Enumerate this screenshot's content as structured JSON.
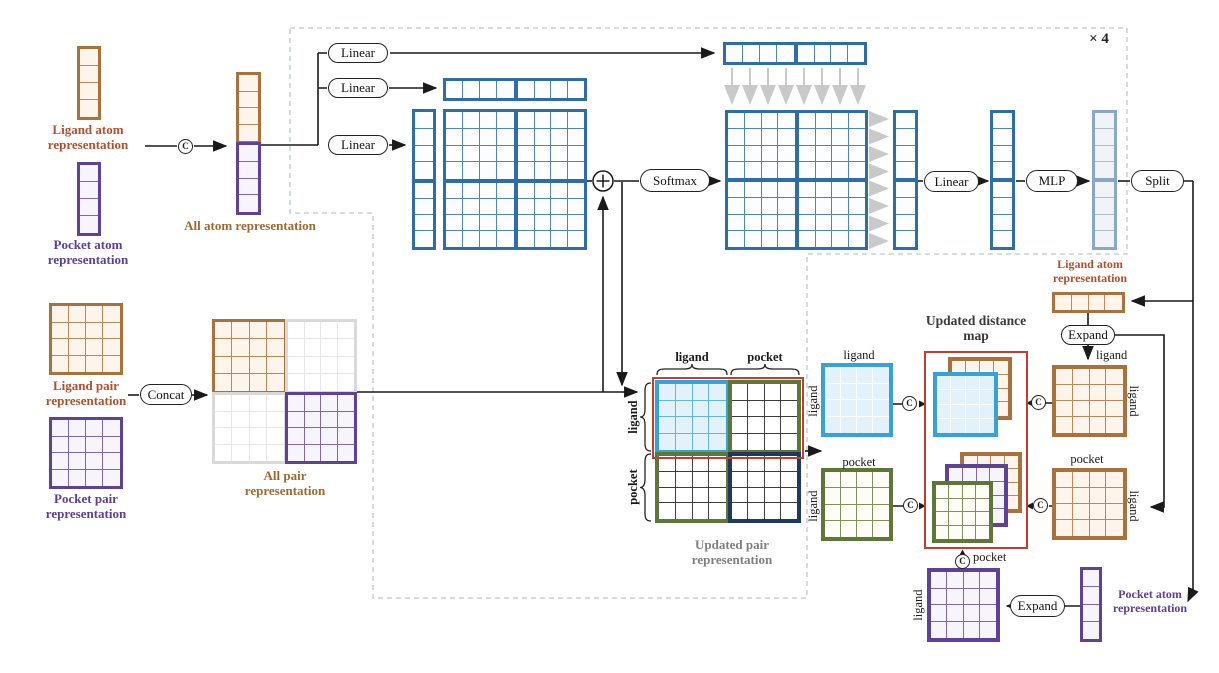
{
  "colors": {
    "brown": "#a9713c",
    "brown_line": "#b98a58",
    "brown_fill": "#fdf5ec",
    "brown_text": "#b0502c",
    "tan_text": "#9c6a2e",
    "purple": "#5d4295",
    "purple_line": "#7d68ae",
    "purple_fill": "#f7f5fb",
    "purple_text": "#5b3f92",
    "blue": "#2e6da6",
    "blue_line": "#4e84b6",
    "blue_fill": "#fbfdff",
    "steel": "#8ba6c6",
    "steel_line": "#a9bcd3",
    "steel_fill": "#f0f4f9",
    "cyan": "#35a3d8",
    "cyan_grid": "#5fb6e0",
    "cyan_line": "#fdfeff",
    "cyan_fill": "#e2f1fa",
    "olive": "#5e7638",
    "olive_line": "#7f8f5d",
    "olive_fill": "#fdfdf6",
    "navy": "#20395c",
    "dark_line": "#3c3c3c",
    "gray": "#d9d9d9",
    "gray_line": "#e7e7e7",
    "gray_fill": "#ffffff",
    "red": "#c63d2f",
    "dash": "#bccac8",
    "arrow_gray": "#c9c9c9",
    "ink": "#1a1a1a",
    "gray_text": "#7f7f7f",
    "title_text": "#3a3a3a"
  },
  "symbols": {
    "concat": "C",
    "repeat": "× 4"
  },
  "ops": {
    "linear": "Linear",
    "concat": "Concat",
    "softmax": "Softmax",
    "mlp": "MLP",
    "split": "Split",
    "expand": "Expand"
  },
  "words": {
    "ligand": "ligand",
    "pocket": "pocket"
  },
  "labels": {
    "ligand_atom": "Ligand atom representation",
    "pocket_atom": "Pocket atom representation",
    "all_atom": "All atom representation",
    "ligand_pair": "Ligand pair representation",
    "pocket_pair": "Pocket pair representation",
    "all_pair": "All pair representation",
    "updated_pair": "Updated pair representation",
    "updated_distance": "Updated distance map"
  }
}
